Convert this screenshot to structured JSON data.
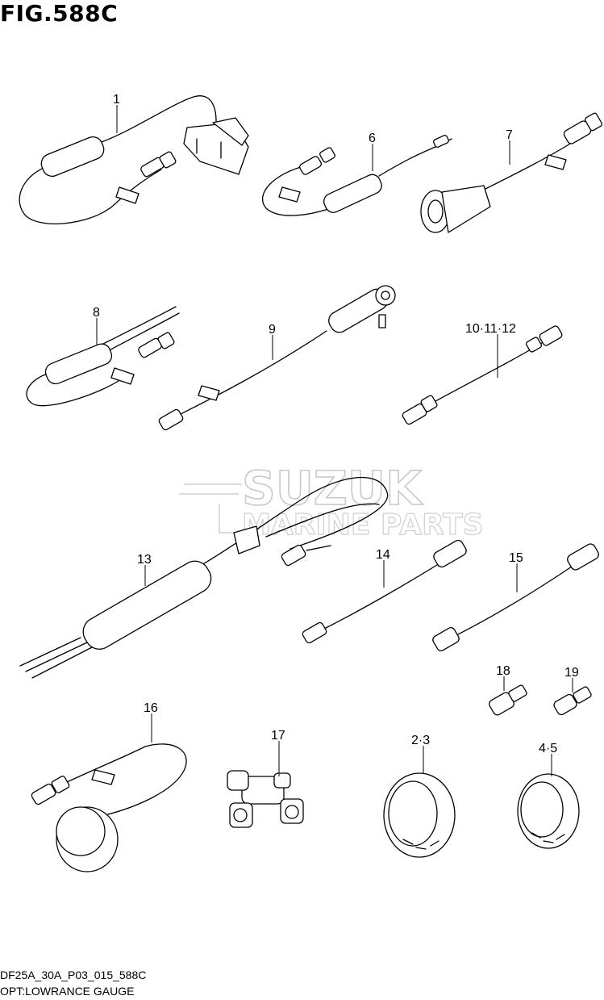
{
  "figure": {
    "title": "FIG.588C",
    "code": "DF25A_30A_P03_015_588C",
    "caption": "OPT:LOWRANCE GAUGE"
  },
  "watermark": {
    "line1": "SUZUK",
    "line2": "MARINE PARTS"
  },
  "callouts": [
    "1",
    "6",
    "7",
    "8",
    "9",
    "10·11·12",
    "13",
    "14",
    "15",
    "16",
    "17",
    "18",
    "19",
    "2·3",
    "4·5"
  ]
}
